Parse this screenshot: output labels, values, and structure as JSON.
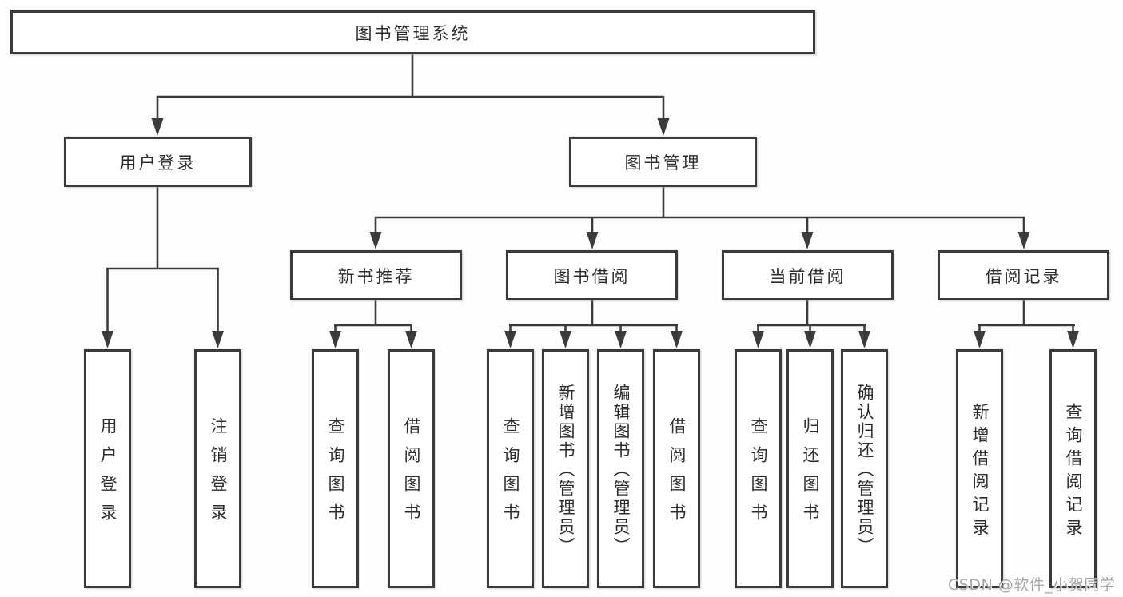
{
  "diagram": {
    "watermark": "CSDN @软件_小贺同学",
    "colors": {
      "line": "#3b3b3b",
      "box_border": "#3b3b3b",
      "box_fill": "#ffffff",
      "text": "#2d2d2d",
      "watermark": "#a6a6a6",
      "background": "#fdfdfd"
    },
    "root": {
      "label": "图书管理系统",
      "children": [
        {
          "label": "用户登录",
          "children": [
            {
              "label": "用户登录"
            },
            {
              "label": "注销登录"
            }
          ]
        },
        {
          "label": "图书管理",
          "children": [
            {
              "label": "新书推荐",
              "children": [
                {
                  "label": "查询图书"
                },
                {
                  "label": "借阅图书"
                }
              ]
            },
            {
              "label": "图书借阅",
              "children": [
                {
                  "label": "查询图书"
                },
                {
                  "label": "新增图书（管理员）"
                },
                {
                  "label": "编辑图书（管理员）"
                },
                {
                  "label": "借阅图书"
                }
              ]
            },
            {
              "label": "当前借阅",
              "children": [
                {
                  "label": "查询图书"
                },
                {
                  "label": "归还图书"
                },
                {
                  "label": "确认归还（管理员）"
                }
              ]
            },
            {
              "label": "借阅记录",
              "children": [
                {
                  "label": "新增借阅记录"
                },
                {
                  "label": "查询借阅记录"
                }
              ]
            }
          ]
        }
      ]
    }
  }
}
